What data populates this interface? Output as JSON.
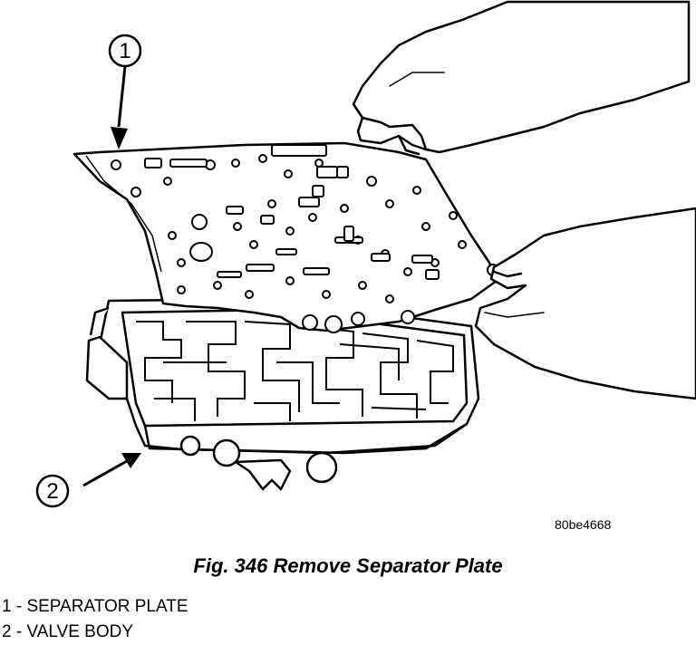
{
  "figure": {
    "callouts": [
      {
        "number": "1",
        "target": "separator-plate"
      },
      {
        "number": "2",
        "target": "valve-body"
      }
    ],
    "reference_code": "80be4668",
    "caption": "Fig. 346 Remove Separator Plate",
    "legend": [
      "1 - SEPARATOR PLATE",
      "2 - VALVE BODY"
    ]
  }
}
